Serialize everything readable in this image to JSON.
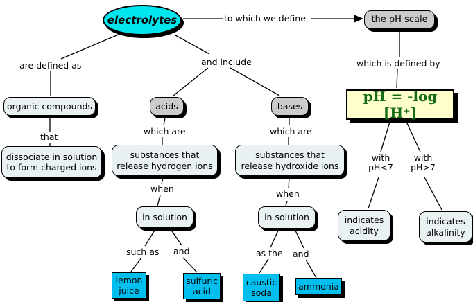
{
  "diagram": {
    "type": "concept-map",
    "topic": "electrolytes and the pH scale"
  },
  "colors": {
    "root_ellipse_fill": "#00e5ee",
    "concept_gray_fill": "#cbcbcb",
    "concept_light_fill": "#e9f1f3",
    "example_cyan_fill": "#00bfef",
    "formula_fill": "#ffffcc",
    "formula_text": "#156c15",
    "line_color": "#000000"
  },
  "nodes": {
    "electrolytes": "electrolytes",
    "ph_scale": "the pH scale",
    "organic_compounds": "organic compounds",
    "dissociate": "dissociate in solution to form charged ions",
    "acids": "acids",
    "bases": "bases",
    "release_hydrogen": "substances that release hydrogen ions",
    "release_hydroxide": "substances that release hydroxide ions",
    "in_solution_acids": "in solution",
    "in_solution_bases": "in solution",
    "lemon_juice": "lemon juice",
    "sulfuric_acid": "sulfuric acid",
    "caustic_soda": "caustic soda",
    "ammonia": "ammonia",
    "formula": "pH = -log [H⁺]",
    "indicates_acidity": "indicates acidity",
    "indicates_alkalinity": "indicates alkalinity"
  },
  "link_labels": {
    "to_which_we_define": "to which we define",
    "are_defined_as": "are defined as",
    "and_include": "and include",
    "that": "that",
    "which_are_acids": "which are",
    "which_are_bases": "which are",
    "when_acids": "when",
    "when_bases": "when",
    "such_as": "such as",
    "and_acid_examples": "and",
    "as_the": "as the",
    "and_base_examples": "and",
    "which_is_defined_by": "which is defined by",
    "with_ph_lt_7": "with pH<7",
    "with_ph_gt_7": "with pH>7"
  }
}
